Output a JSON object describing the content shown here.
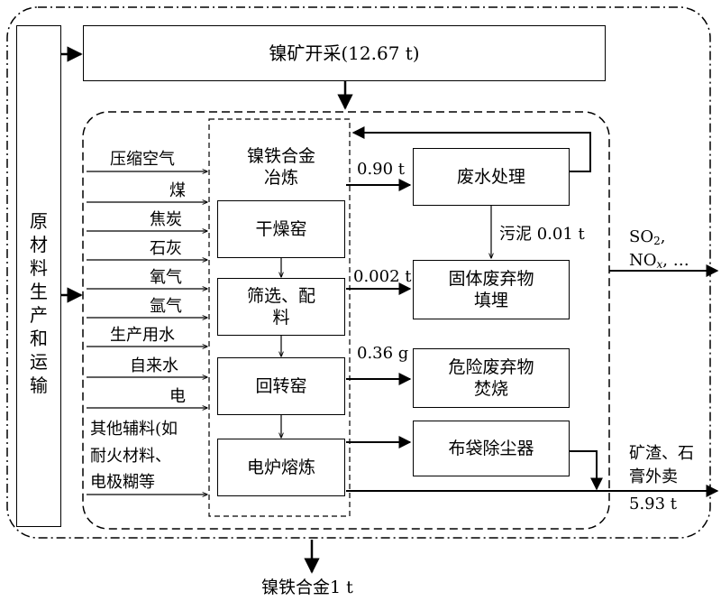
{
  "mining": {
    "label": "镍矿开采(12.67 t)"
  },
  "raw_material": {
    "chars": [
      "原",
      "材",
      "料",
      "生",
      "产",
      "和",
      "运",
      "输"
    ]
  },
  "smelting_title": [
    "镍铁合金",
    "冶炼"
  ],
  "inputs": [
    "压缩空气",
    "煤",
    "焦炭",
    "石灰",
    "氧气",
    "氩气",
    "生产用水",
    "自来水",
    "电",
    "其他辅料(如",
    "耐火材料、",
    "电极糊等"
  ],
  "process_steps": [
    "干燥窑",
    "筛选、配",
    "料",
    "回转窑",
    "电炉熔炼"
  ],
  "treatment": {
    "wastewater": "废水处理",
    "sludge": "污泥  0.01 t",
    "solid_waste": [
      "固体废弃物",
      "填埋"
    ],
    "hazardous_waste": [
      "危险废弃物",
      "焚烧"
    ],
    "dust": "布袋除尘器"
  },
  "flows": {
    "wastewater": "0.90 t",
    "solid": "0.002 t",
    "hazardous": "0.36 g"
  },
  "emissions": {
    "so2": "SO",
    "so2_sub": "2",
    "so2_tail": ",",
    "nox": "NO",
    "nox_sub": "x",
    "nox_tail": ", …"
  },
  "byproduct": {
    "line1": "矿渣、石",
    "line2": "膏外卖",
    "amount": "5.93 t"
  },
  "output": "镍铁合金1 t"
}
